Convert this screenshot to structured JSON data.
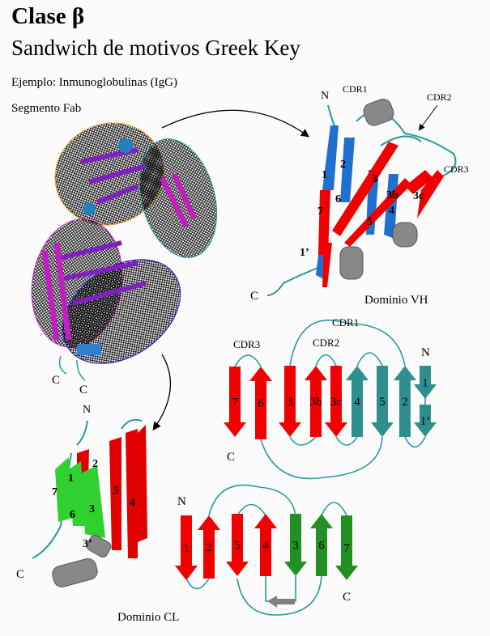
{
  "header": {
    "title": "Clase β",
    "subtitle": "Sandwich de motivos Greek Key",
    "example": "Ejemplo: Inmunoglobulinas (IgG)",
    "segment": "Segmento Fab"
  },
  "fab": {
    "c_labels": [
      "C",
      "C"
    ]
  },
  "vh_structure": {
    "caption": "Dominio VH",
    "n_label": "N",
    "c_label": "C",
    "cdr_labels": [
      "CDR1",
      "CDR2",
      "CDR3"
    ],
    "strand_labels": [
      "1",
      "2",
      "3",
      "6",
      "7",
      "1’",
      "5",
      "4",
      "3b",
      "3c"
    ]
  },
  "cl_structure": {
    "caption": "Dominio CL",
    "n_label": "N",
    "c_label": "C",
    "strand_labels": [
      "1",
      "2",
      "7",
      "6",
      "3",
      "5",
      "4",
      "3’"
    ]
  },
  "vh_topology": {
    "n_label": "N",
    "c_label": "C",
    "cdr1": "CDR1",
    "cdr2": "CDR2",
    "cdr3": "CDR3",
    "strands": [
      {
        "label": "7",
        "dir": "down",
        "color": "#f00000"
      },
      {
        "label": "6",
        "dir": "up",
        "color": "#f00000"
      },
      {
        "label": "3",
        "dir": "down",
        "color": "#f00000"
      },
      {
        "label": "3b",
        "dir": "up",
        "color": "#f00000"
      },
      {
        "label": "3c",
        "dir": "down",
        "color": "#f00000"
      },
      {
        "label": "4",
        "dir": "up",
        "color": "#2f8f8f"
      },
      {
        "label": "5",
        "dir": "down",
        "color": "#2f8f8f"
      },
      {
        "label": "2",
        "dir": "up",
        "color": "#2f8f8f"
      },
      {
        "label": "1",
        "dir": "down",
        "color": "#2f8f8f"
      },
      {
        "label": "1’",
        "dir": "down",
        "color": "#2f8f8f"
      }
    ]
  },
  "cl_topology": {
    "n_label": "N",
    "c_label": "C",
    "strands": [
      {
        "label": "1",
        "dir": "down",
        "color": "#f00000"
      },
      {
        "label": "2",
        "dir": "up",
        "color": "#f00000"
      },
      {
        "label": "5",
        "dir": "down",
        "color": "#f00000"
      },
      {
        "label": "4",
        "dir": "up",
        "color": "#f00000"
      },
      {
        "label": "3",
        "dir": "down",
        "color": "#229022"
      },
      {
        "label": "6",
        "dir": "up",
        "color": "#229022"
      },
      {
        "label": "7",
        "dir": "down",
        "color": "#229022"
      }
    ]
  },
  "colors": {
    "loop": "#2a9a9a",
    "red": "#f00000",
    "teal": "#2f8f8f",
    "green": "#229022",
    "gray": "#808080"
  }
}
